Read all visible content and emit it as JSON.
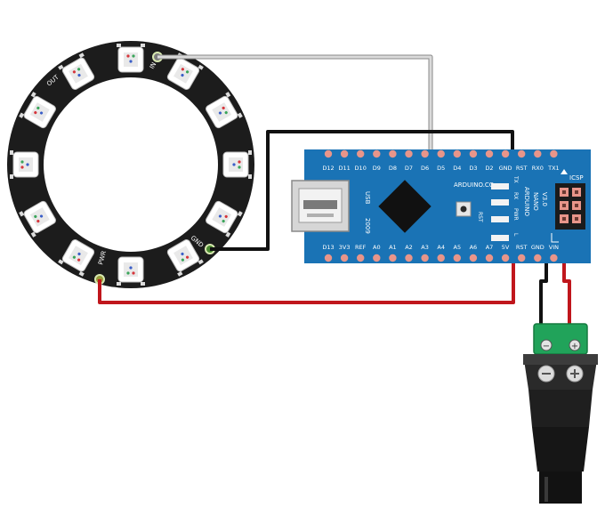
{
  "ring": {
    "pin_in": "IN",
    "pin_out": "OUT",
    "pin_gnd": "GND",
    "pin_pwr": "PWR",
    "led_count": 12
  },
  "board": {
    "brand": "ARDUINO.CC",
    "model_line1": "ARDUINO",
    "model_line2": "NANO",
    "model_line3": "V3.0",
    "year": "2009",
    "usb": "USB",
    "icsp": "ICSP",
    "rst_button": "RST",
    "led_tx": "TX",
    "led_rx": "RX",
    "led_pwr": "PWR",
    "led_l": "L",
    "top_pins": [
      "D12",
      "D11",
      "D10",
      "D9",
      "D8",
      "D7",
      "D6",
      "D5",
      "D4",
      "D3",
      "D2",
      "GND",
      "RST",
      "RX0",
      "TX1"
    ],
    "bottom_pins": [
      "D13",
      "3V3",
      "REF",
      "A0",
      "A1",
      "A2",
      "A3",
      "A4",
      "A5",
      "A6",
      "A7",
      "5V",
      "RST",
      "GND",
      "VIN"
    ]
  },
  "jack": {
    "minus": "−",
    "plus": "+"
  },
  "colors": {
    "board_blue": "#1a73b5",
    "ring_black": "#1c1c1c",
    "wire_data": "#bcbcbc",
    "wire_gnd": "#111111",
    "wire_pwr": "#c0161c",
    "terminal_green": "#21a35a",
    "pin_pad": "#e8958a"
  }
}
